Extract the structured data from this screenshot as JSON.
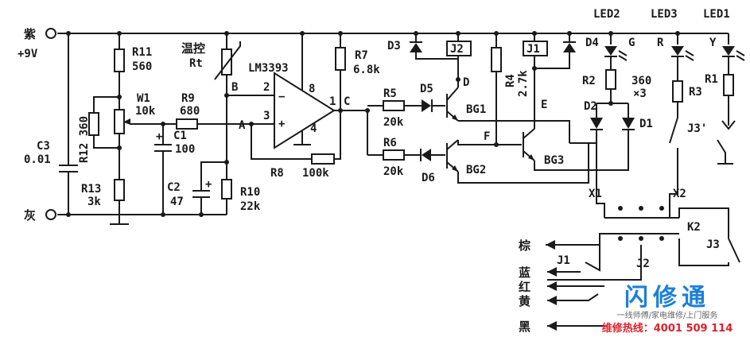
{
  "terminals": {
    "purple": "紫",
    "supply": "+9V",
    "gray": "灰"
  },
  "parts": {
    "r11": "R11",
    "r11v": "560",
    "r12": "R12 360",
    "w1": "W1",
    "w1v": "10k",
    "r9": "R9",
    "r9v": "680",
    "c1": "C1",
    "c1v": "100",
    "c3": "C3",
    "c3v": "0.01",
    "r13": "R13",
    "r13v": "3k",
    "c2": "C2",
    "c2v": "47",
    "r10": "R10",
    "r10v": "22k",
    "rt_label": "温控",
    "rt": "Rt",
    "ic": "LM3393",
    "r7": "R7",
    "r7v": "6.8k",
    "r8": "R8",
    "r8v": "100k",
    "r5": "R5",
    "r5v": "20k",
    "r6": "R6",
    "r6v": "20k",
    "d3": "D3",
    "d4": "D4",
    "d5": "D5",
    "d6": "D6",
    "d1": "D1",
    "d2": "D2",
    "j1": "J1",
    "j2": "J2",
    "j3": "J3",
    "j3p": "J3'",
    "r4": "R4",
    "r4v": "2.7k",
    "bg1": "BG1",
    "bg2": "BG2",
    "bg3": "BG3",
    "led1": "LED1",
    "led2": "LED2",
    "led3": "LED3",
    "g": "G",
    "r": "R",
    "y": "Y",
    "r1": "R1",
    "r2": "R2",
    "r3": "R3",
    "rval": "360",
    "rmult": "×3",
    "x1": "X1",
    "x2": "X2",
    "k2": "K2"
  },
  "pins": {
    "p2": "2",
    "p3": "3",
    "p8": "8",
    "p4": "4",
    "p1": "1",
    "minus": "−",
    "plus": "+"
  },
  "nodes": {
    "a": "A",
    "b": "B",
    "c": "C",
    "d": "D",
    "e": "E",
    "f": "F"
  },
  "wires_out": {
    "brown": "棕",
    "blue": "蓝",
    "red": "红",
    "yellow": "黄",
    "black": "黑"
  },
  "brand": {
    "name": "闪修通",
    "sub": "一线师傅/家电维修/上门服务",
    "phone": "维修热线：4001 509 114"
  }
}
